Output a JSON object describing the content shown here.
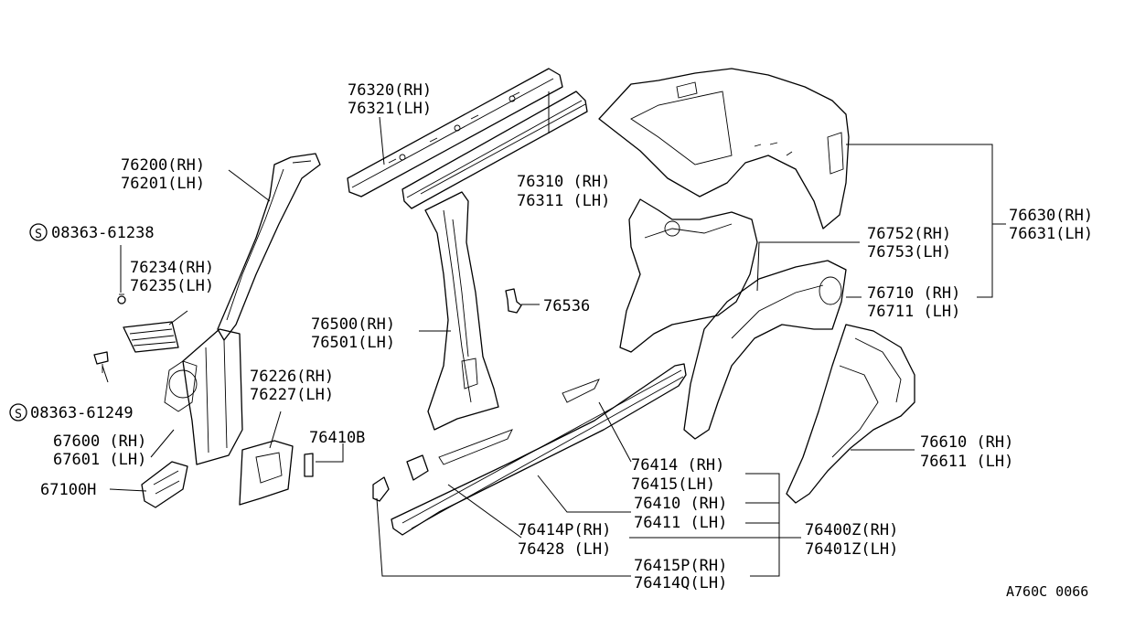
{
  "labels": {
    "p76320": "76320(RH)",
    "p76321": "76321(LH)",
    "p76310": "76310 (RH)",
    "p76311": "76311 (LH)",
    "p76200": "76200(RH)",
    "p76201": "76201(LH)",
    "p08363_61238": "08363-61238",
    "p76234": "76234(RH)",
    "p76235": "76235(LH)",
    "p76500": "76500(RH)",
    "p76501": "76501(LH)",
    "p76536": "76536",
    "p76226": "76226(RH)",
    "p76227": "76227(LH)",
    "p76410B": "76410B",
    "p08363_61249": "08363-61249",
    "p67600": "67600 (RH)",
    "p67601": "67601 (LH)",
    "p67100H": "67100H",
    "p76630": "76630(RH)",
    "p76631": "76631(LH)",
    "p76752": "76752(RH)",
    "p76753": "76753(LH)",
    "p76710": "76710 (RH)",
    "p76711": "76711 (LH)",
    "p76610": "76610 (RH)",
    "p76611": "76611 (LH)",
    "p76414": "76414 (RH)",
    "p76415": "76415(LH)",
    "p76410": "76410 (RH)",
    "p76411": "76411 (LH)",
    "p76414P": "76414P(RH)",
    "p76428": "76428 (LH)",
    "p76400Z": "76400Z(RH)",
    "p76401Z": "76401Z(LH)",
    "p76415P": "76415P(RH)",
    "p76414Q": "76414Q(LH)",
    "screw_symbol": "S",
    "diagram_code": "A760C 0066"
  }
}
